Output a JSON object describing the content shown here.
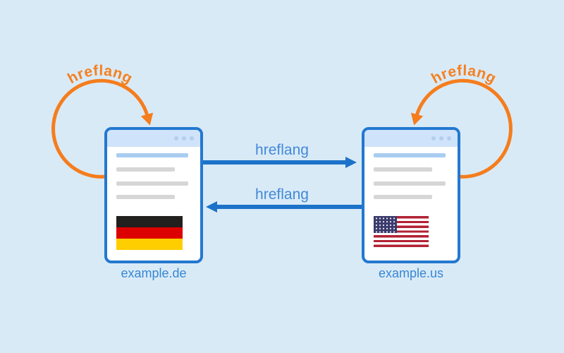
{
  "diagram": {
    "left_site": {
      "domain": "example.de",
      "self_arrow_label": "hreflang",
      "flag": "german-flag"
    },
    "right_site": {
      "domain": "example.us",
      "self_arrow_label": "hreflang",
      "flag": "us-flag"
    },
    "cross_arrows": {
      "top_label": "hreflang",
      "top_direction": "left-to-right",
      "bottom_label": "hreflang",
      "bottom_direction": "right-to-left"
    }
  },
  "colors": {
    "background": "#d9eaf7",
    "orange_accent": "#f57d1d",
    "blue_accent": "#1c72c9",
    "window_border": "#2378cf",
    "window_titlebar": "#cfe3fa",
    "titlebar_dots": "#b3cfef",
    "cross_label_text": "#4289d8",
    "domain_text": "#3787d3",
    "content_line_blue": "#a9cdf1",
    "content_line_gray": "#d6d6d6",
    "german_flag_stripes": [
      "#221f1f",
      "#dd0000",
      "#ffce00"
    ],
    "us_flag_colors": [
      "#b22234",
      "#ffffff",
      "#3c3b6e"
    ]
  }
}
